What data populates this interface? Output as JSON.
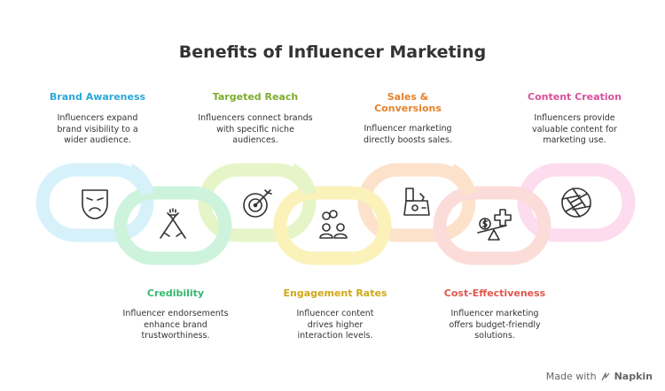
{
  "title": "Benefits of Influencer Marketing",
  "items": [
    {
      "label": "Brand Awareness",
      "desc": "Influencers expand brand visibility to a wider audience.",
      "color": "#29a8d8",
      "ring": "#d6f1fa",
      "icon": "mask-icon"
    },
    {
      "label": "Credibility",
      "desc": "Influencer endorsements enhance brand trustworthiness.",
      "color": "#35b86e",
      "ring": "#cdf3dc",
      "icon": "handshake-icon"
    },
    {
      "label": "Targeted Reach",
      "desc": "Influencers connect brands with specific niche audiences.",
      "color": "#7cad2c",
      "ring": "#e6f5c8",
      "icon": "target-icon"
    },
    {
      "label": "Engagement Rates",
      "desc": "Influencer content drives higher interaction levels.",
      "color": "#d0a816",
      "ring": "#faf2b9",
      "icon": "people-icon"
    },
    {
      "label": "Sales & Conversions",
      "desc": "Influencer marketing directly boosts sales.",
      "color": "#e5832d",
      "ring": "#fde2cb",
      "icon": "register-icon"
    },
    {
      "label": "Cost-Effectiveness",
      "desc": "Influencer marketing offers budget-friendly solutions.",
      "color": "#e0574e",
      "ring": "#fcdcd9",
      "icon": "balance-icon"
    },
    {
      "label": "Content Creation",
      "desc": "Influencers provide valuable content for marketing use.",
      "color": "#d94f9c",
      "ring": "#fcdcee",
      "icon": "aperture-icon"
    }
  ],
  "footer": {
    "made_with": "Made with",
    "brand": "Napkin"
  }
}
